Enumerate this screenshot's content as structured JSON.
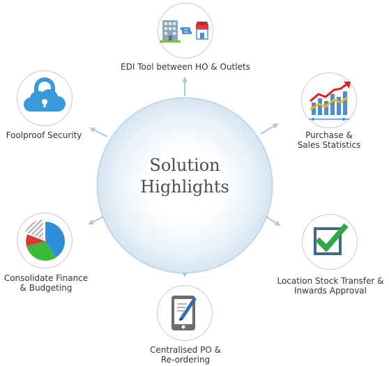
{
  "hub": {
    "title_line1": "Solution",
    "title_line2": "Highlights"
  },
  "nodes": [
    {
      "icon": "building-exchange-icon",
      "label_lines": [
        "EDI Tool between HO & Outlets"
      ]
    },
    {
      "icon": "bar-chart-trend-icon",
      "label_lines": [
        "Purchase &",
        "Sales Statistics"
      ]
    },
    {
      "icon": "checkbox-tick-icon",
      "label_lines": [
        "Location Stock Transfer &",
        "Inwards Approval"
      ]
    },
    {
      "icon": "tablet-pen-icon",
      "label_lines": [
        "Centralised PO &",
        "Re-ordering"
      ]
    },
    {
      "icon": "pie-chart-icon",
      "label_lines": [
        "Consolidate Finance",
        "& Budgeting"
      ]
    },
    {
      "icon": "cloud-lock-icon",
      "label_lines": [
        "Foolproof Security"
      ]
    }
  ],
  "colors": {
    "hub_edge": "#b8d2e8",
    "connector": "#a9c7e0",
    "node_border": "#c8c8c8",
    "lock_blue": "#3a9ad9",
    "check_green": "#2ea84a",
    "check_box": "#3d6a8a",
    "pie_blue": "#2e8fd8",
    "pie_green": "#3db83a",
    "pie_red": "#d83a3a",
    "trend_red": "#e02020",
    "trend_yellow": "#f0b820",
    "tablet_gray": "#6d6d6d",
    "pen_blue": "#2e6fb5"
  }
}
